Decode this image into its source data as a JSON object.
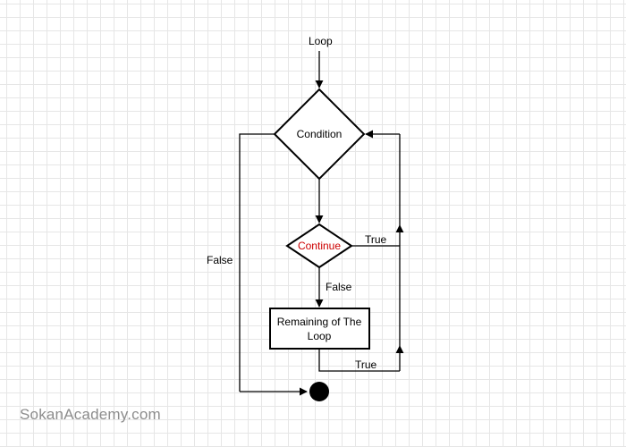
{
  "diagram": {
    "entry_label": "Loop",
    "condition_label": "Condition",
    "continue_label": "Continue",
    "continue_color": "#cc0000",
    "continue_true_label": "True",
    "continue_false_label": "False",
    "remaining_label_line1": "Remaining of The",
    "remaining_label_line2": "Loop",
    "loop_back_true_label": "True",
    "condition_false_label": "False"
  },
  "watermark": "SokanAcademy.com"
}
